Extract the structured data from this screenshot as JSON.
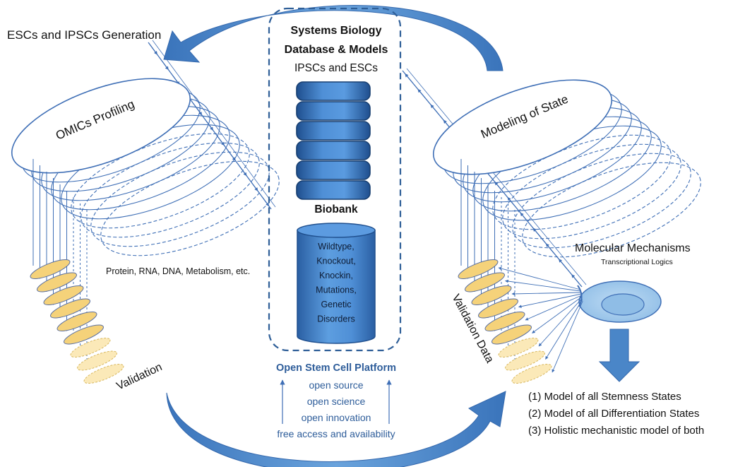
{
  "title_left": "ESCs and IPSCs Generation",
  "omics_label": "OMICs Profiling",
  "omics_types": "Protein, RNA, DNA, Metabolism, etc.",
  "validation_label": "Validation",
  "center": {
    "title_line1": "Systems Biology",
    "title_line2": "Database & Models",
    "subtitle": "IPSCs and ESCs",
    "biobank_label": "Biobank",
    "biobank_items": [
      "Wildtype,",
      "Knockout,",
      "Knockin,",
      "Mutations,",
      "Genetic",
      "Disorders"
    ]
  },
  "platform": {
    "title": "Open Stem Cell Platform",
    "lines": [
      "open source",
      "open science",
      "open innovation",
      "free access and availability"
    ]
  },
  "modeling_label": "Modeling of State",
  "mechanisms": {
    "title": "Molecular Mechanisms",
    "subtitle": "Transcriptional Logics"
  },
  "validation_data_label": "Validation Data",
  "outcomes": [
    "(1) Model of all Stemness States",
    "(2) Model of all Differentiation States",
    "(3) Holistic mechanistic model of both"
  ],
  "colors": {
    "primary_blue": "#3f6fb6",
    "arrow_blue": "#4a86c8",
    "db_blue": "#3a78c4",
    "ellipse_yellow": "#f5d27a"
  }
}
